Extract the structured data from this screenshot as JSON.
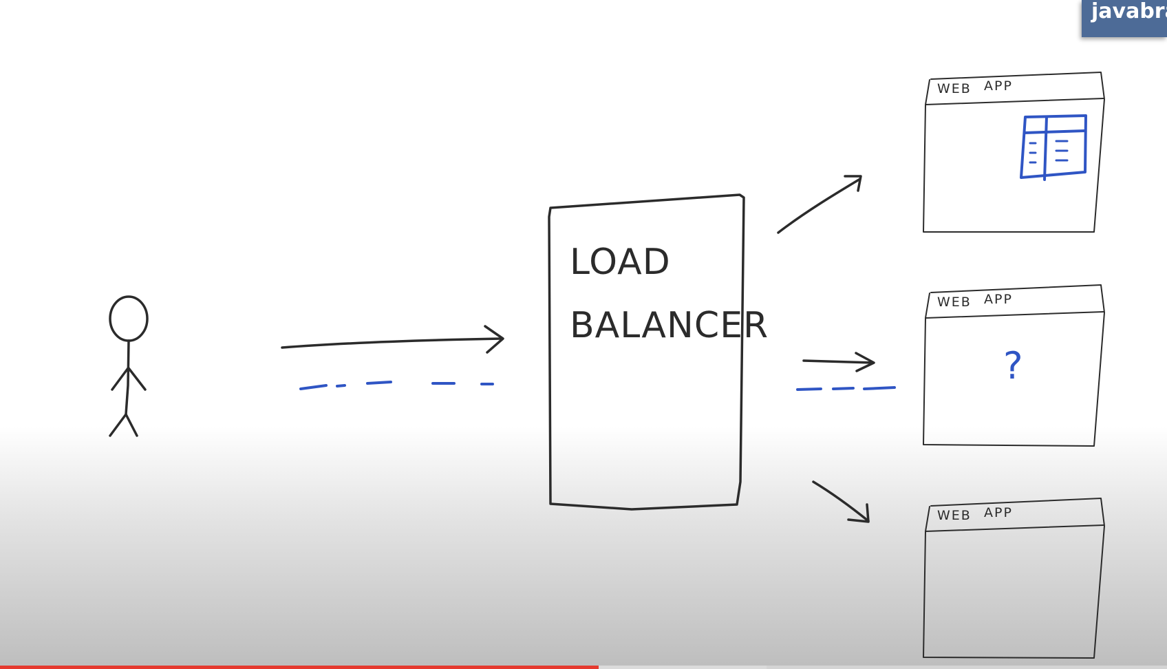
{
  "watermark": {
    "text": "javabrains"
  },
  "diagram": {
    "load_balancer_lines": [
      "LOAD",
      "BALANCER"
    ],
    "app_label_left": "WEB",
    "app_label_right": "APP",
    "question_mark": "?"
  },
  "player": {
    "progress_fraction": 0.513,
    "buffered_fraction": 0.657,
    "colors": {
      "played": "#e53a2f",
      "ink": "#2b2b2b",
      "marker": "#2f55c4"
    }
  }
}
